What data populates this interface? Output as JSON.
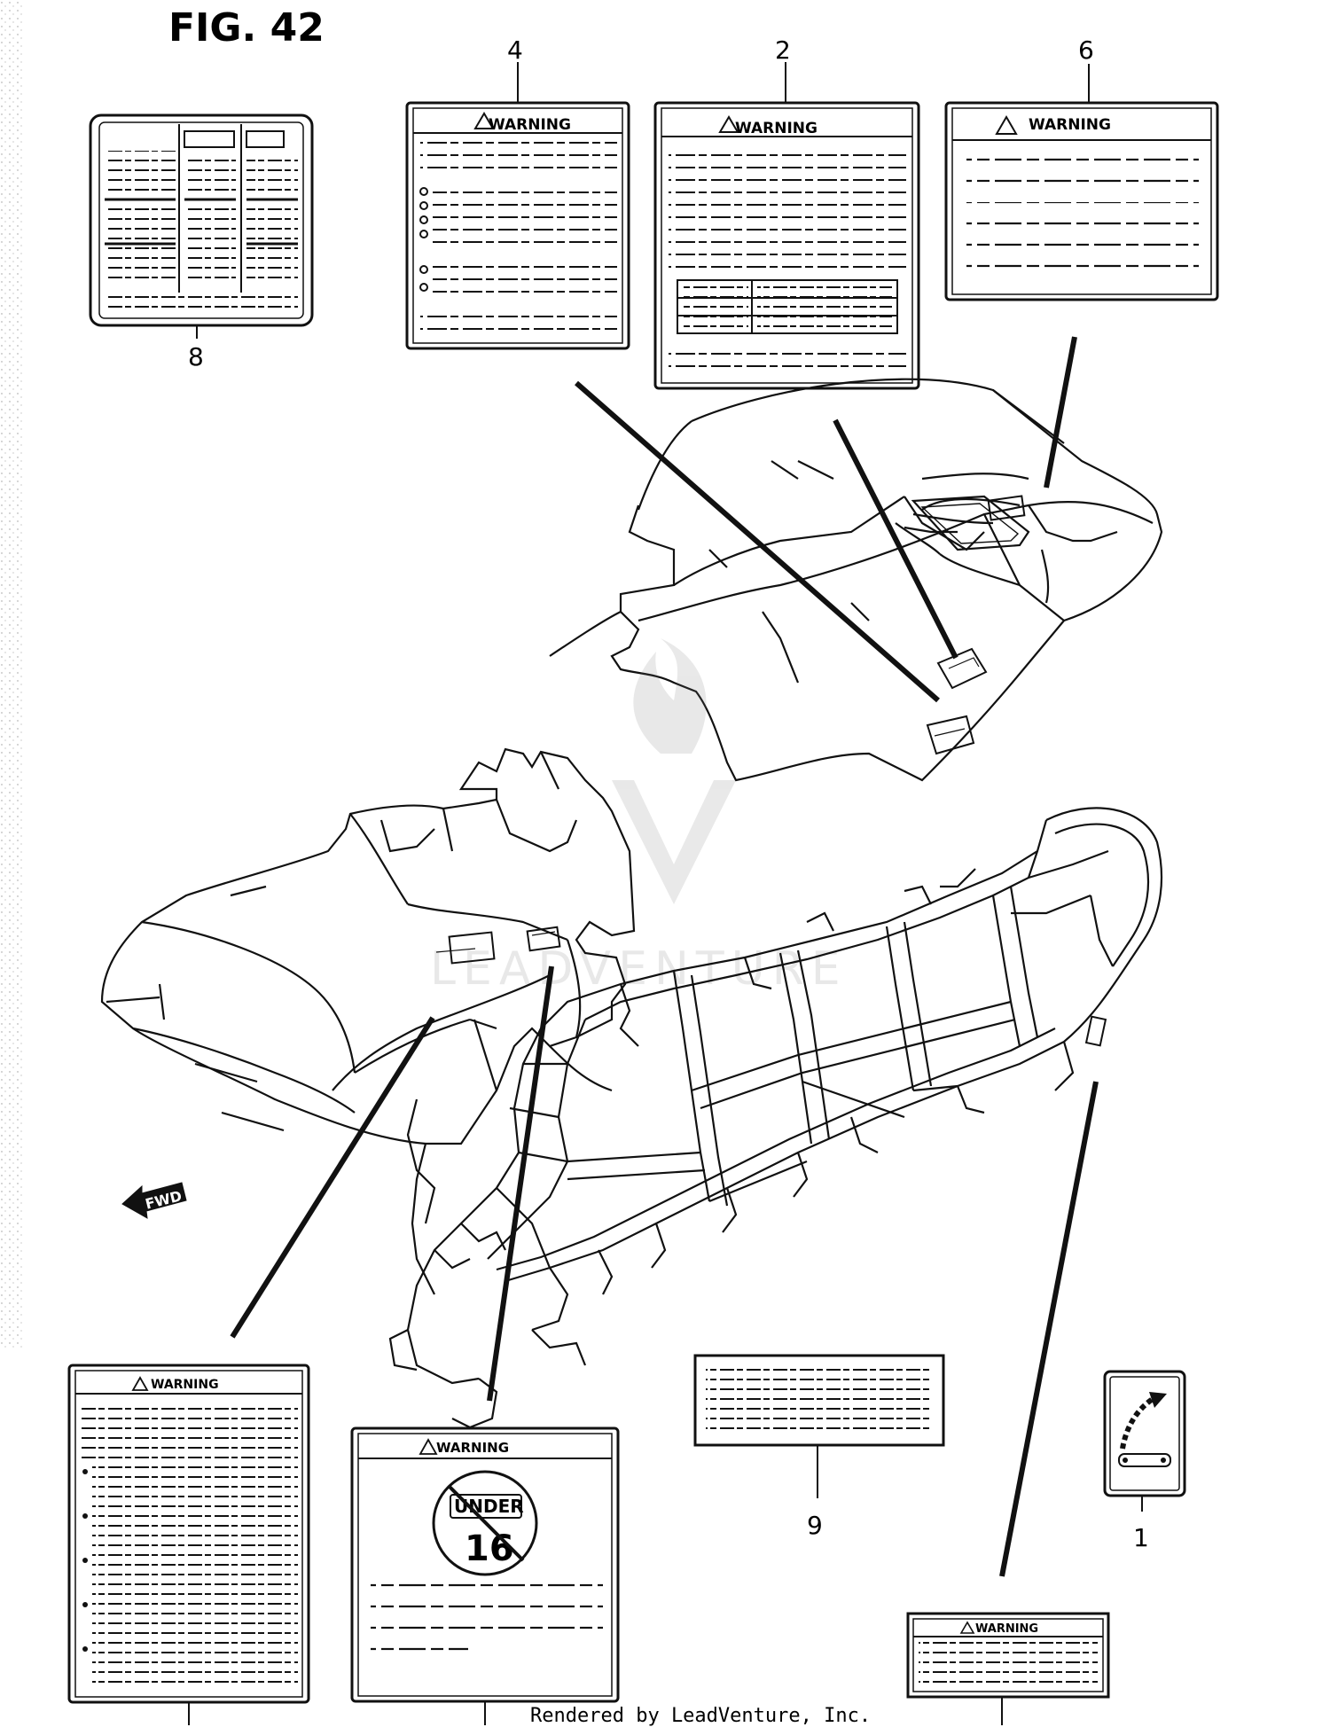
{
  "figure": {
    "title": "FIG. 42"
  },
  "callouts": {
    "c1": "1",
    "c2": "2",
    "c4": "4",
    "c6": "6",
    "c8": "8",
    "c9": "9"
  },
  "labels": {
    "warning_header": "WARNING",
    "fwd_arrow": "FWD",
    "age_badge_top": "UNDER",
    "age_badge_number": "16"
  },
  "watermark": {
    "brand": "LEADVENTURE"
  },
  "footer": {
    "credit": "Rendered by LeadVenture, Inc."
  }
}
